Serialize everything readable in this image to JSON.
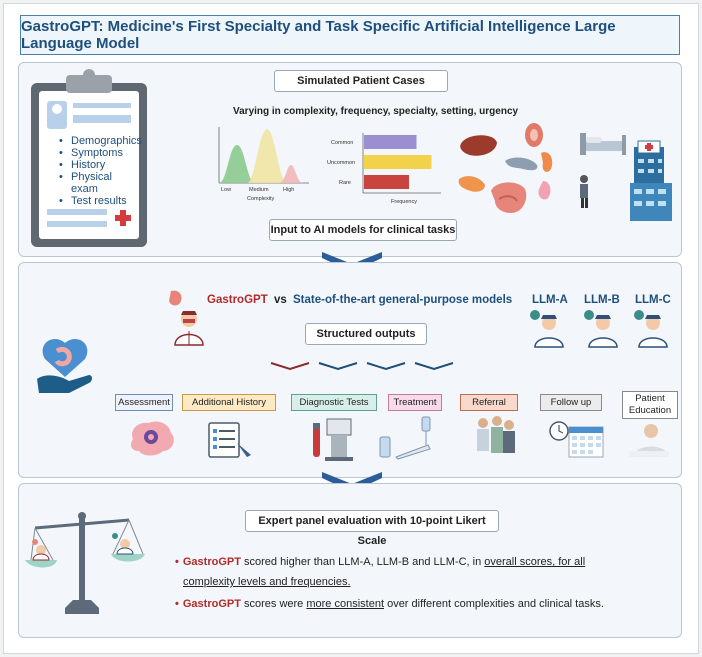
{
  "title": "GastroGPT: Medicine's First Specialty and Task Specific Artificial Intelligence Large Language Model",
  "section1": {
    "header": "Simulated Patient Cases",
    "subtitle": "Varying in complexity, frequency, specialty, setting, urgency",
    "clipboard_items": [
      "Demographics",
      "Symptoms",
      "History",
      "Physical exam",
      "Test results"
    ],
    "complexity_chart": {
      "type": "area",
      "x_labels": [
        "Low",
        "Medium",
        "High"
      ],
      "xlabel": "Complexity",
      "colors": [
        "#8cc98f",
        "#f1e3a2",
        "#f2b6b8"
      ]
    },
    "frequency_chart": {
      "type": "bar",
      "categories": [
        "Common",
        "Uncommon",
        "Rare"
      ],
      "values": [
        0.7,
        0.9,
        0.6
      ],
      "xlabel": "Frequency",
      "colors": [
        "#9b8fd0",
        "#f2d24b",
        "#c9443f"
      ]
    },
    "footer": "Input to AI models for clinical tasks"
  },
  "section2": {
    "gastro_label": "GastroGPT",
    "vs_label": "vs",
    "general_label": "State-of-the-art general-purpose models",
    "llms": [
      "LLM-A",
      "LLM-B",
      "LLM-C"
    ],
    "structured_label": "Structured outputs",
    "tasks": [
      {
        "label": "Assessment",
        "bg": "#eef3fb",
        "border": "#6f8bb8"
      },
      {
        "label": "Additional History",
        "bg": "#fde9c3",
        "border": "#c79a45"
      },
      {
        "label": "Diagnostic Tests",
        "bg": "#d8efe9",
        "border": "#5aa392"
      },
      {
        "label": "Treatment",
        "bg": "#f7dbe9",
        "border": "#c47aa0"
      },
      {
        "label": "Referral",
        "bg": "#f9d9cb",
        "border": "#b86e50"
      },
      {
        "label": "Follow up",
        "bg": "#ececec",
        "border": "#8a8a8a"
      },
      {
        "label": "Patient Education",
        "bg": "#ffffff",
        "border": "#8a8a8a"
      }
    ]
  },
  "section3": {
    "header": "Expert panel evaluation with 10-point Likert Scale",
    "bullet1": {
      "lead": "GastroGPT",
      "text_a": " scored higher than LLM-A, LLM-B and LLM-C, in ",
      "text_u1": "overall scores, for all",
      "text_u2": "complexity levels and frequencies."
    },
    "bullet2": {
      "lead": "GastroGPT",
      "text_a": " scores were ",
      "text_u": "more consistent",
      "text_b": " over different complexities and clinical tasks."
    }
  },
  "colors": {
    "brand_blue": "#1f4f7c",
    "accent_red": "#b22a2a",
    "arrow_blue": "#2b5d98"
  }
}
